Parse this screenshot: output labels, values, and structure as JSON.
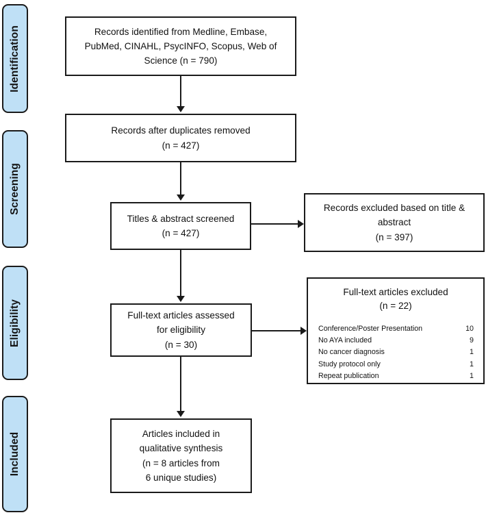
{
  "diagram": {
    "type": "prisma-flow-diagram",
    "accent_color": "#bfe0f6",
    "line_color": "#1a1a1a",
    "stages": [
      {
        "id": "identification",
        "label": "Identification"
      },
      {
        "id": "screening",
        "label": "Screening"
      },
      {
        "id": "eligibility",
        "label": "Eligibility"
      },
      {
        "id": "included",
        "label": "Included"
      }
    ],
    "boxes": {
      "records_identified": {
        "lines": [
          "Records identified from Medline, Embase,",
          "PubMed, CINAHL, PsycINFO, Scopus, Web of",
          "Science (n = 790)"
        ],
        "n": 790
      },
      "duplicates_removed": {
        "lines": [
          "Records after duplicates removed",
          "(n =  427)"
        ],
        "n": 427
      },
      "titles_screened": {
        "lines": [
          "Titles & abstract screened",
          "(n =  427)"
        ],
        "n": 427
      },
      "records_excluded": {
        "lines": [
          "Records excluded based on title &",
          "abstract",
          "(n = 397)"
        ],
        "n": 397
      },
      "fulltext_assessed": {
        "lines": [
          "Full-text articles assessed",
          "for eligibility",
          "(n = 30)"
        ],
        "n": 30
      },
      "fulltext_excluded": {
        "heading_lines": [
          "Full-text articles excluded",
          "(n = 22)"
        ],
        "n": 22,
        "reasons": [
          {
            "label": "Conference/Poster Presentation",
            "count": "10"
          },
          {
            "label": "No AYA included",
            "count": "9"
          },
          {
            "label": "No cancer diagnosis",
            "count": "1"
          },
          {
            "label": "Study protocol only",
            "count": "1"
          },
          {
            "label": "Repeat publication",
            "count": "1"
          }
        ]
      },
      "articles_included": {
        "lines": [
          "Articles included in",
          "qualitative synthesis",
          "(n = 8 articles from",
          "6 unique studies)"
        ],
        "n": 8
      }
    }
  }
}
